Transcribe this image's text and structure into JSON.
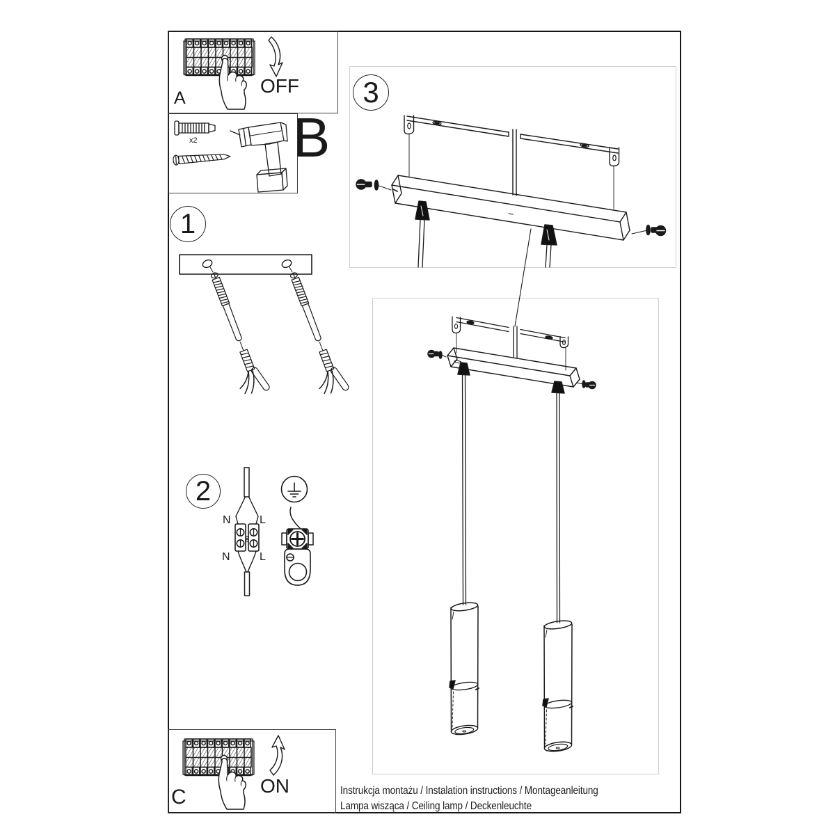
{
  "sheet": {
    "steps": {
      "a": {
        "label": "A",
        "action": "OFF"
      },
      "b": {
        "label": "B",
        "quantity": "x2"
      },
      "c": {
        "label": "C",
        "action": "ON"
      },
      "s1": {
        "number": "1"
      },
      "s2": {
        "number": "2",
        "terminals": {
          "top_left": "N",
          "top_right": "L",
          "bottom_left": "N",
          "bottom_right": "L"
        }
      },
      "s3": {
        "number": "3"
      }
    },
    "footer": {
      "line1": "Instrukcja montażu / Instalation instructions / Montageanleitung",
      "line2": "Lampa wisząca / Ceiling lamp / Deckenleuchte"
    },
    "colors": {
      "ink": "#1a1a1a",
      "box_border": "#3f3f3f",
      "frame_border": "#161616",
      "light_border": "#cfcfcf",
      "paper": "#ffffff"
    }
  }
}
